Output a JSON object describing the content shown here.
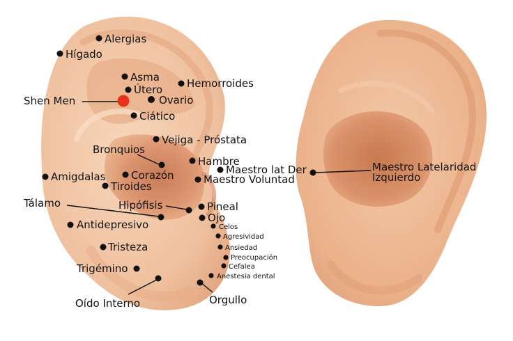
{
  "colors": {
    "skin_light": "#f6d2b4",
    "skin_mid": "#eab38d",
    "skin_shadow": "#d88e66",
    "skin_deep": "#c0714d",
    "dot": "#111111",
    "shen_men_dot": "#e8321a",
    "line": "#111111"
  },
  "left_ear": {
    "points": [
      {
        "id": "alergias",
        "label": "Alergias"
      },
      {
        "id": "higado",
        "label": "Hígado"
      },
      {
        "id": "asma",
        "label": "Asma"
      },
      {
        "id": "utero",
        "label": "Útero"
      },
      {
        "id": "hemorroides",
        "label": "Hemorroides"
      },
      {
        "id": "shen-men",
        "label": "Shen Men"
      },
      {
        "id": "ovario",
        "label": "Ovario"
      },
      {
        "id": "ciatico",
        "label": "Ciático"
      },
      {
        "id": "vejiga-prostata",
        "label": "Vejiga - Próstata"
      },
      {
        "id": "bronquios",
        "label": "Bronquios"
      },
      {
        "id": "hambre",
        "label": "Hambre"
      },
      {
        "id": "maestro-lat-der",
        "label": "Maestro lat Der"
      },
      {
        "id": "amigdalas",
        "label": "Amigdalas"
      },
      {
        "id": "corazon",
        "label": "Corazón"
      },
      {
        "id": "maestro-voluntad",
        "label": "Maestro Voluntad"
      },
      {
        "id": "tiroides",
        "label": "Tiroides"
      },
      {
        "id": "talamo",
        "label": "Tálamo"
      },
      {
        "id": "hipofisis",
        "label": "Hipófisis"
      },
      {
        "id": "pineal",
        "label": "Pineal"
      },
      {
        "id": "ojo",
        "label": "Ojo"
      },
      {
        "id": "antidepresivo",
        "label": "Antidepresivo"
      },
      {
        "id": "celos",
        "label": "Celos"
      },
      {
        "id": "agresividad",
        "label": "Agresividad"
      },
      {
        "id": "tristeza",
        "label": "Tristeza"
      },
      {
        "id": "ansiedad",
        "label": "Ansiedad"
      },
      {
        "id": "preocupacion",
        "label": "Preocupación"
      },
      {
        "id": "trigemino",
        "label": "Trigémino"
      },
      {
        "id": "cefalea",
        "label": "Cefalea"
      },
      {
        "id": "anestesia-dental",
        "label": "Anestesia dental"
      },
      {
        "id": "orgullo",
        "label": "Orgullo"
      },
      {
        "id": "oido-interno",
        "label": "Oído Interno"
      }
    ]
  },
  "right_ear": {
    "points": [
      {
        "id": "maestro-lateralidad-izquierdo",
        "label": "Maestro Latelaridad",
        "label2": "Izquierdo"
      }
    ]
  }
}
